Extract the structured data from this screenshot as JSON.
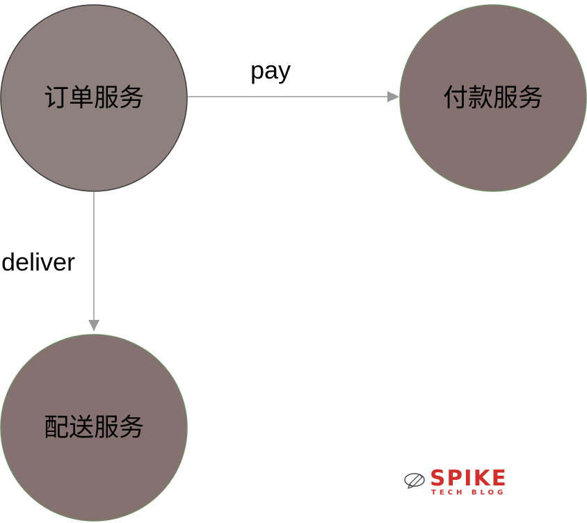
{
  "nodes": {
    "order": {
      "label": "订单服务",
      "fill": "#8e807c",
      "stroke": "#3a3a3a"
    },
    "payment": {
      "label": "付款服务",
      "fill": "#85716f",
      "stroke": "#6f8a66"
    },
    "delivery": {
      "label": "配送服务",
      "fill": "#85716f",
      "stroke": "#6f8a66"
    }
  },
  "edges": {
    "pay": {
      "label": "pay",
      "color": "#999999"
    },
    "deliver": {
      "label": "deliver",
      "color": "#999999"
    }
  },
  "logo": {
    "main": "SPIKE",
    "sub": "TECH BLOG",
    "color": "#d12f2a",
    "icon": "pencil-icon"
  }
}
